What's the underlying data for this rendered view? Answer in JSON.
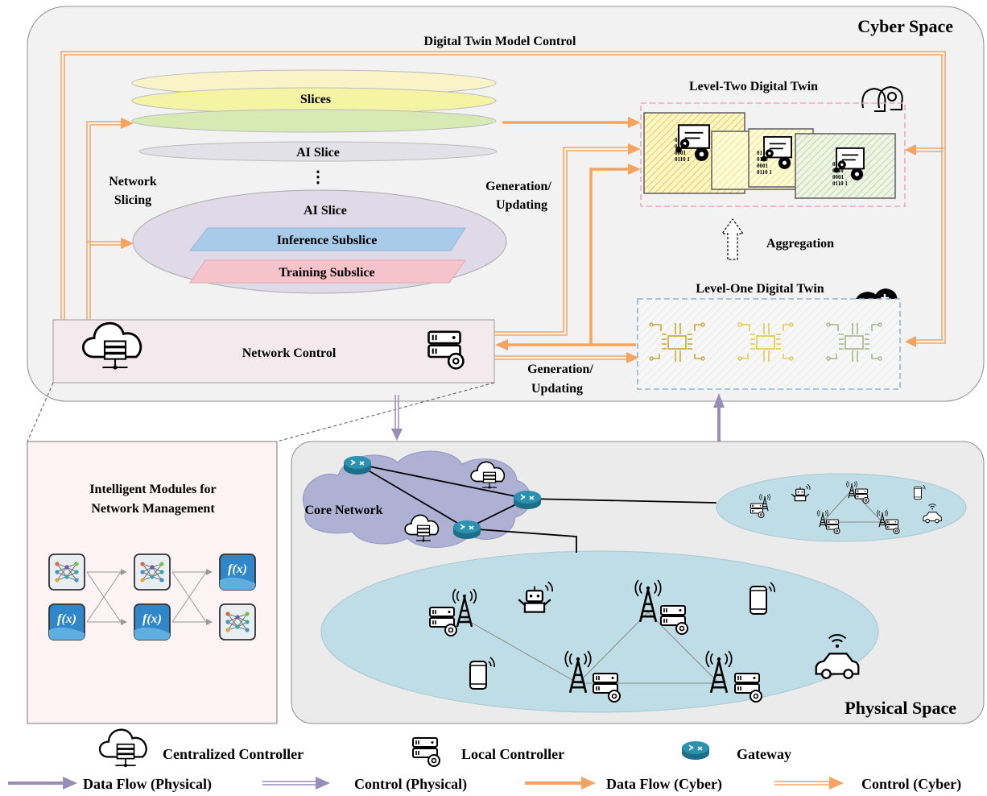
{
  "cyber": {
    "title": "Cyber Space",
    "dt_model_control": "Digital Twin Model Control",
    "slices_label": "Slices",
    "ai_slice_1": "AI Slice",
    "ellipsis": "⋮",
    "network_slicing_1": "Network",
    "network_slicing_2": "Slicing",
    "ai_slice_2": "AI Slice",
    "inference_subslice": "Inference Subslice",
    "training_subslice": "Training Subslice",
    "network_control": "Network Control",
    "gen_update_top_1": "Generation/",
    "gen_update_top_2": "Updating",
    "gen_update_bottom_1": "Generation/",
    "gen_update_bottom_2": "Updating",
    "level_two": "Level-Two Digital Twin",
    "level_one": "Level-One Digital Twin",
    "aggregation": "Aggregation",
    "binary_lines": [
      "01",
      "0110",
      "0001",
      "0110 1"
    ]
  },
  "modules": {
    "title_1": "Intelligent Modules for",
    "title_2": "Network Management",
    "function_glyph": "f(x)"
  },
  "physical": {
    "title": "Physical Space",
    "core_network": "Core Network"
  },
  "legend": {
    "centralized_controller": "Centralized Controller",
    "local_controller": "Local Controller",
    "gateway": "Gateway",
    "data_flow_physical": "Data Flow (Physical)",
    "control_physical": "Control (Physical)",
    "data_flow_cyber": "Data Flow (Cyber)",
    "control_cyber": "Control (Cyber)"
  },
  "colors": {
    "orange": "#F4A460",
    "orange_dark": "#EE8E46",
    "purple": "#9A8CB8",
    "teal_gateway": "#2A7F9A",
    "cyber_bg": "#F2F2F2",
    "physical_bg": "#EBEBEB",
    "ellipse_blue": "#BFDDE6"
  }
}
